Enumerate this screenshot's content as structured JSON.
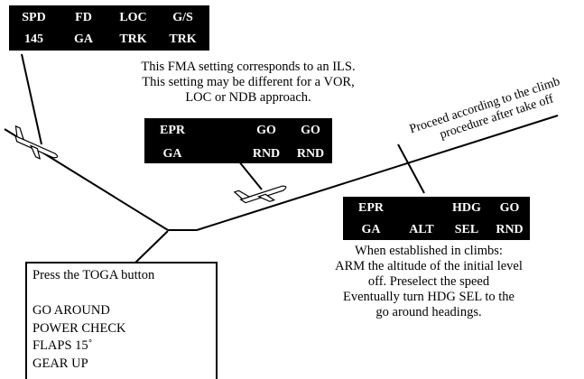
{
  "fma_top": {
    "row1": [
      "SPD",
      "FD",
      "LOC",
      "G/S"
    ],
    "row2": [
      "145",
      "GA",
      "TRK",
      "TRK"
    ]
  },
  "fma_mid": {
    "row1": [
      "EPR",
      "",
      "GO",
      "GO"
    ],
    "row2": [
      "GA",
      "",
      "RND",
      "RND"
    ]
  },
  "fma_right": {
    "row1": [
      "EPR",
      "",
      "HDG",
      "GO"
    ],
    "row2": [
      "GA",
      "ALT",
      "SEL",
      "RND"
    ]
  },
  "ils_note": [
    "This FMA setting corresponds to an ILS.",
    "This setting may be different for a VOR,",
    "LOC or NDB approach."
  ],
  "climb_note": [
    "Proceed according to the climb",
    "procedure after take off"
  ],
  "established_note": [
    "When established in climbs:",
    "ARM the altitude of the initial level",
    "off. Preselect the speed",
    "Eventually turn HDG SEL to the",
    "go around headings."
  ],
  "procedure": {
    "title": "Press the TOGA button",
    "steps": [
      "GO AROUND",
      "POWER CHECK",
      "FLAPS 15˚",
      "GEAR UP"
    ]
  }
}
